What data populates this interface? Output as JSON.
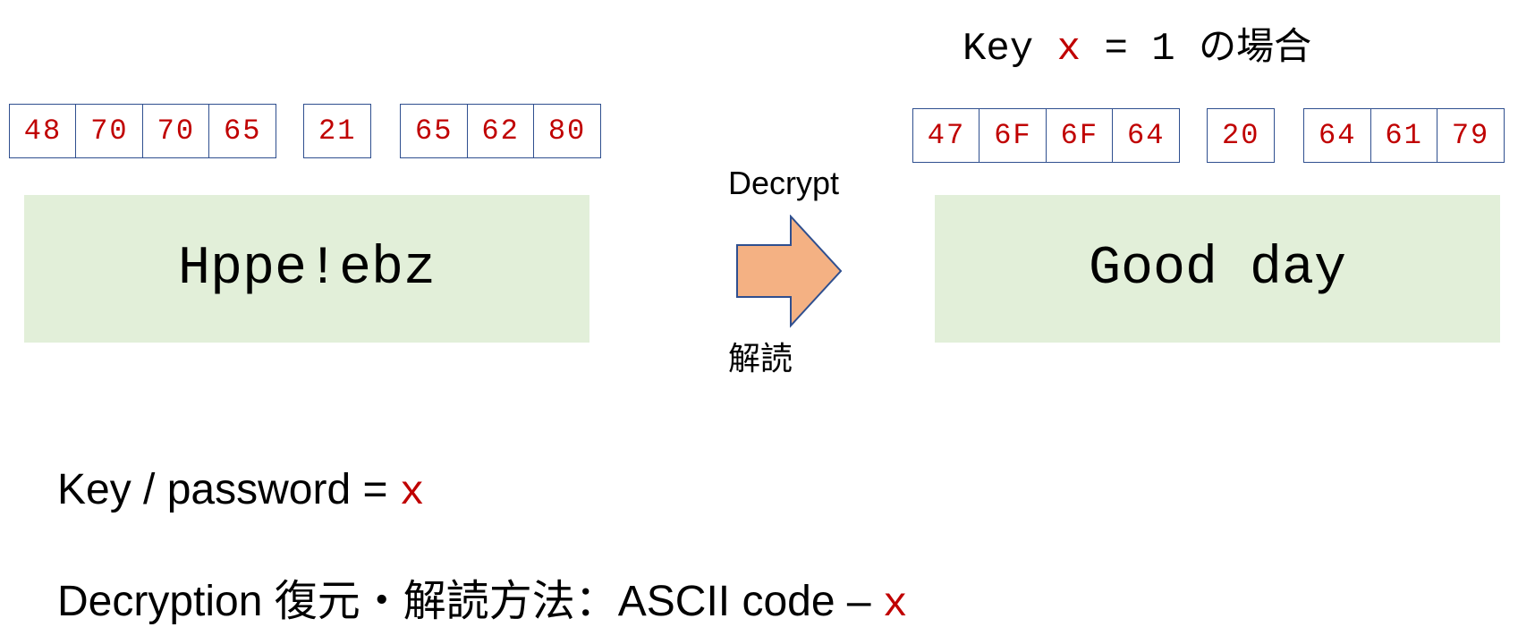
{
  "key_example": {
    "prefix": "Key",
    "var": "x",
    "eq": "= 1",
    "suffix": "の場合"
  },
  "encrypted": {
    "groups": [
      [
        "48",
        "70",
        "70",
        "65"
      ],
      [
        "21"
      ],
      [
        "65",
        "62",
        "80"
      ]
    ],
    "text": "Hppe!ebz"
  },
  "decrypted": {
    "groups": [
      [
        "47",
        "6F",
        "6F",
        "64"
      ],
      [
        "20"
      ],
      [
        "64",
        "61",
        "79"
      ]
    ],
    "text": "Good day"
  },
  "arrow": {
    "label_en": "Decrypt",
    "label_ja": "解読"
  },
  "notes": {
    "key_line": {
      "text": "Key / password = ",
      "var": "x"
    },
    "method_line": {
      "text": "Decryption 復元・解読方法：ASCII code – ",
      "var": "x"
    }
  },
  "colors": {
    "hex_text": "#c00000",
    "cell_border": "#2f4f8f",
    "text_box_fill": "#e2efd9",
    "arrow_fill": "#f4b183",
    "arrow_stroke": "#2f4f8f"
  }
}
